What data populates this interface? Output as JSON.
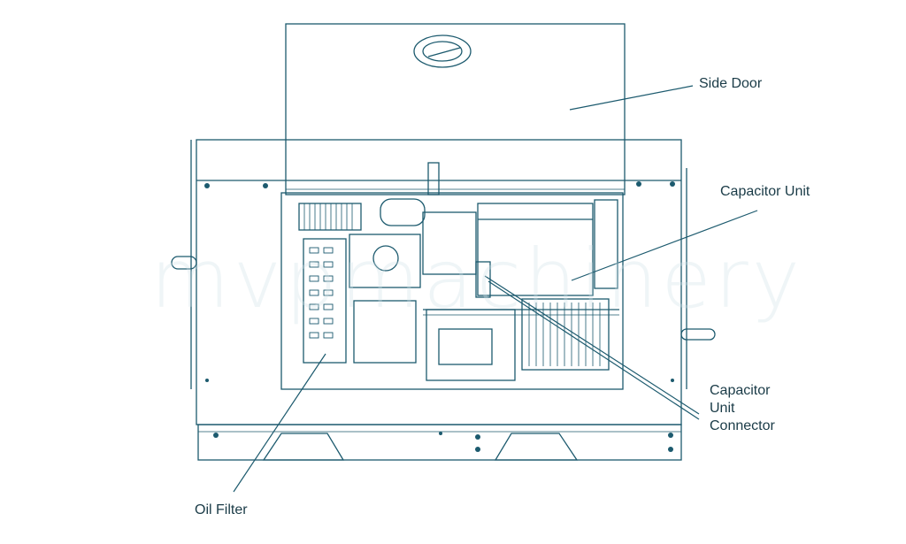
{
  "colors": {
    "line": "#1c5a6e",
    "label": "#1a3b47",
    "watermark": "#dfe9ee"
  },
  "labels": {
    "side_door": "Side Door",
    "capacitor_unit": "Capacitor Unit",
    "capacitor_unit_connector_1": "Capacitor",
    "capacitor_unit_connector_2": "Unit",
    "capacitor_unit_connector_3": "Connector",
    "oil_filter": "Oil Filter"
  },
  "watermark": {
    "text": "mvpmachinery"
  }
}
